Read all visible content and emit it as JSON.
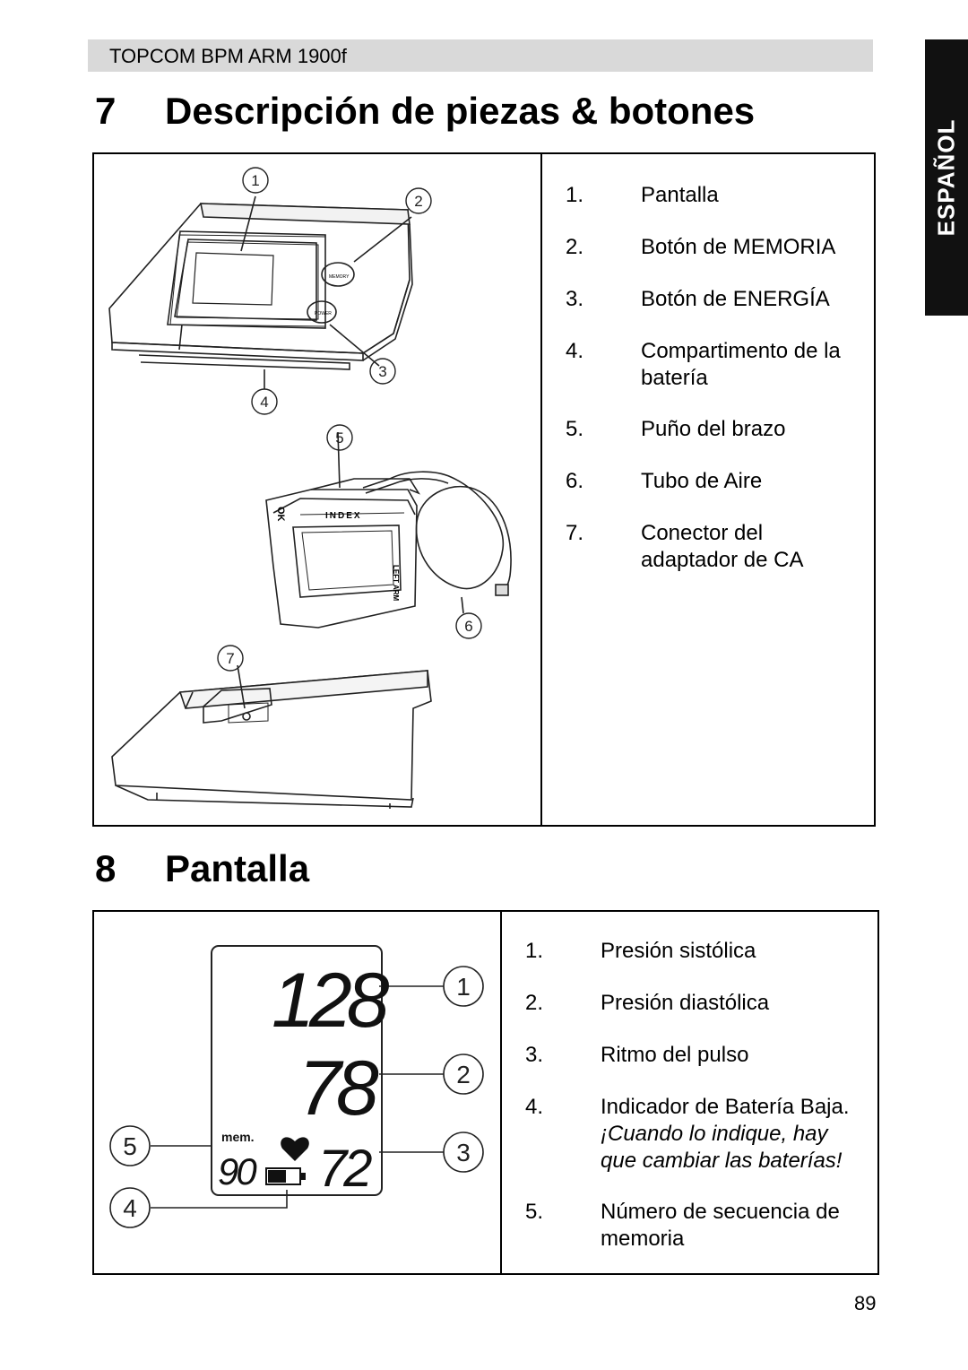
{
  "header": {
    "product": "TOPCOM BPM ARM 1900f",
    "language_tab": "ESPAÑOL"
  },
  "section7": {
    "number": "7",
    "title": "Descripción de piezas & botones",
    "callouts": [
      "1",
      "2",
      "3",
      "4",
      "5",
      "6",
      "7"
    ],
    "device_labels": {
      "memory": "MEMORY",
      "power": "POWER"
    },
    "cuff_labels": {
      "index": "INDEX",
      "ok": "OK",
      "left_arm": "LEFT ARM"
    },
    "items": [
      {
        "n": "1.",
        "lines": [
          "Pantalla"
        ]
      },
      {
        "n": "2.",
        "lines": [
          "Botón de MEMORIA"
        ]
      },
      {
        "n": "3.",
        "lines": [
          "Botón de ENERGÍA"
        ]
      },
      {
        "n": "4.",
        "lines": [
          "Compartimento de la",
          "batería"
        ]
      },
      {
        "n": "5.",
        "lines": [
          "Puño del brazo"
        ]
      },
      {
        "n": "6.",
        "lines": [
          "Tubo de Aire"
        ]
      },
      {
        "n": "7.",
        "lines": [
          "Conector del",
          "adaptador de CA"
        ]
      }
    ]
  },
  "section8": {
    "number": "8",
    "title": "Pantalla",
    "display": {
      "systolic": "128",
      "diastolic": "78",
      "pulse": "72",
      "memory_label": "mem.",
      "memory_number": "90"
    },
    "callouts": [
      "1",
      "2",
      "3",
      "4",
      "5"
    ],
    "items": [
      {
        "n": "1.",
        "lines": [
          "Presión sistólica"
        ]
      },
      {
        "n": "2.",
        "lines": [
          "Presión diastólica"
        ]
      },
      {
        "n": "3.",
        "lines": [
          "Ritmo del pulso"
        ]
      },
      {
        "n": "4.",
        "lines": [
          "Indicador de Batería Baja."
        ],
        "italic_lines": [
          "¡Cuando lo indique, hay",
          "que cambiar las baterías!"
        ]
      },
      {
        "n": "5.",
        "lines": [
          "Número de secuencia de",
          "memoria"
        ]
      }
    ]
  },
  "page_number": "89"
}
